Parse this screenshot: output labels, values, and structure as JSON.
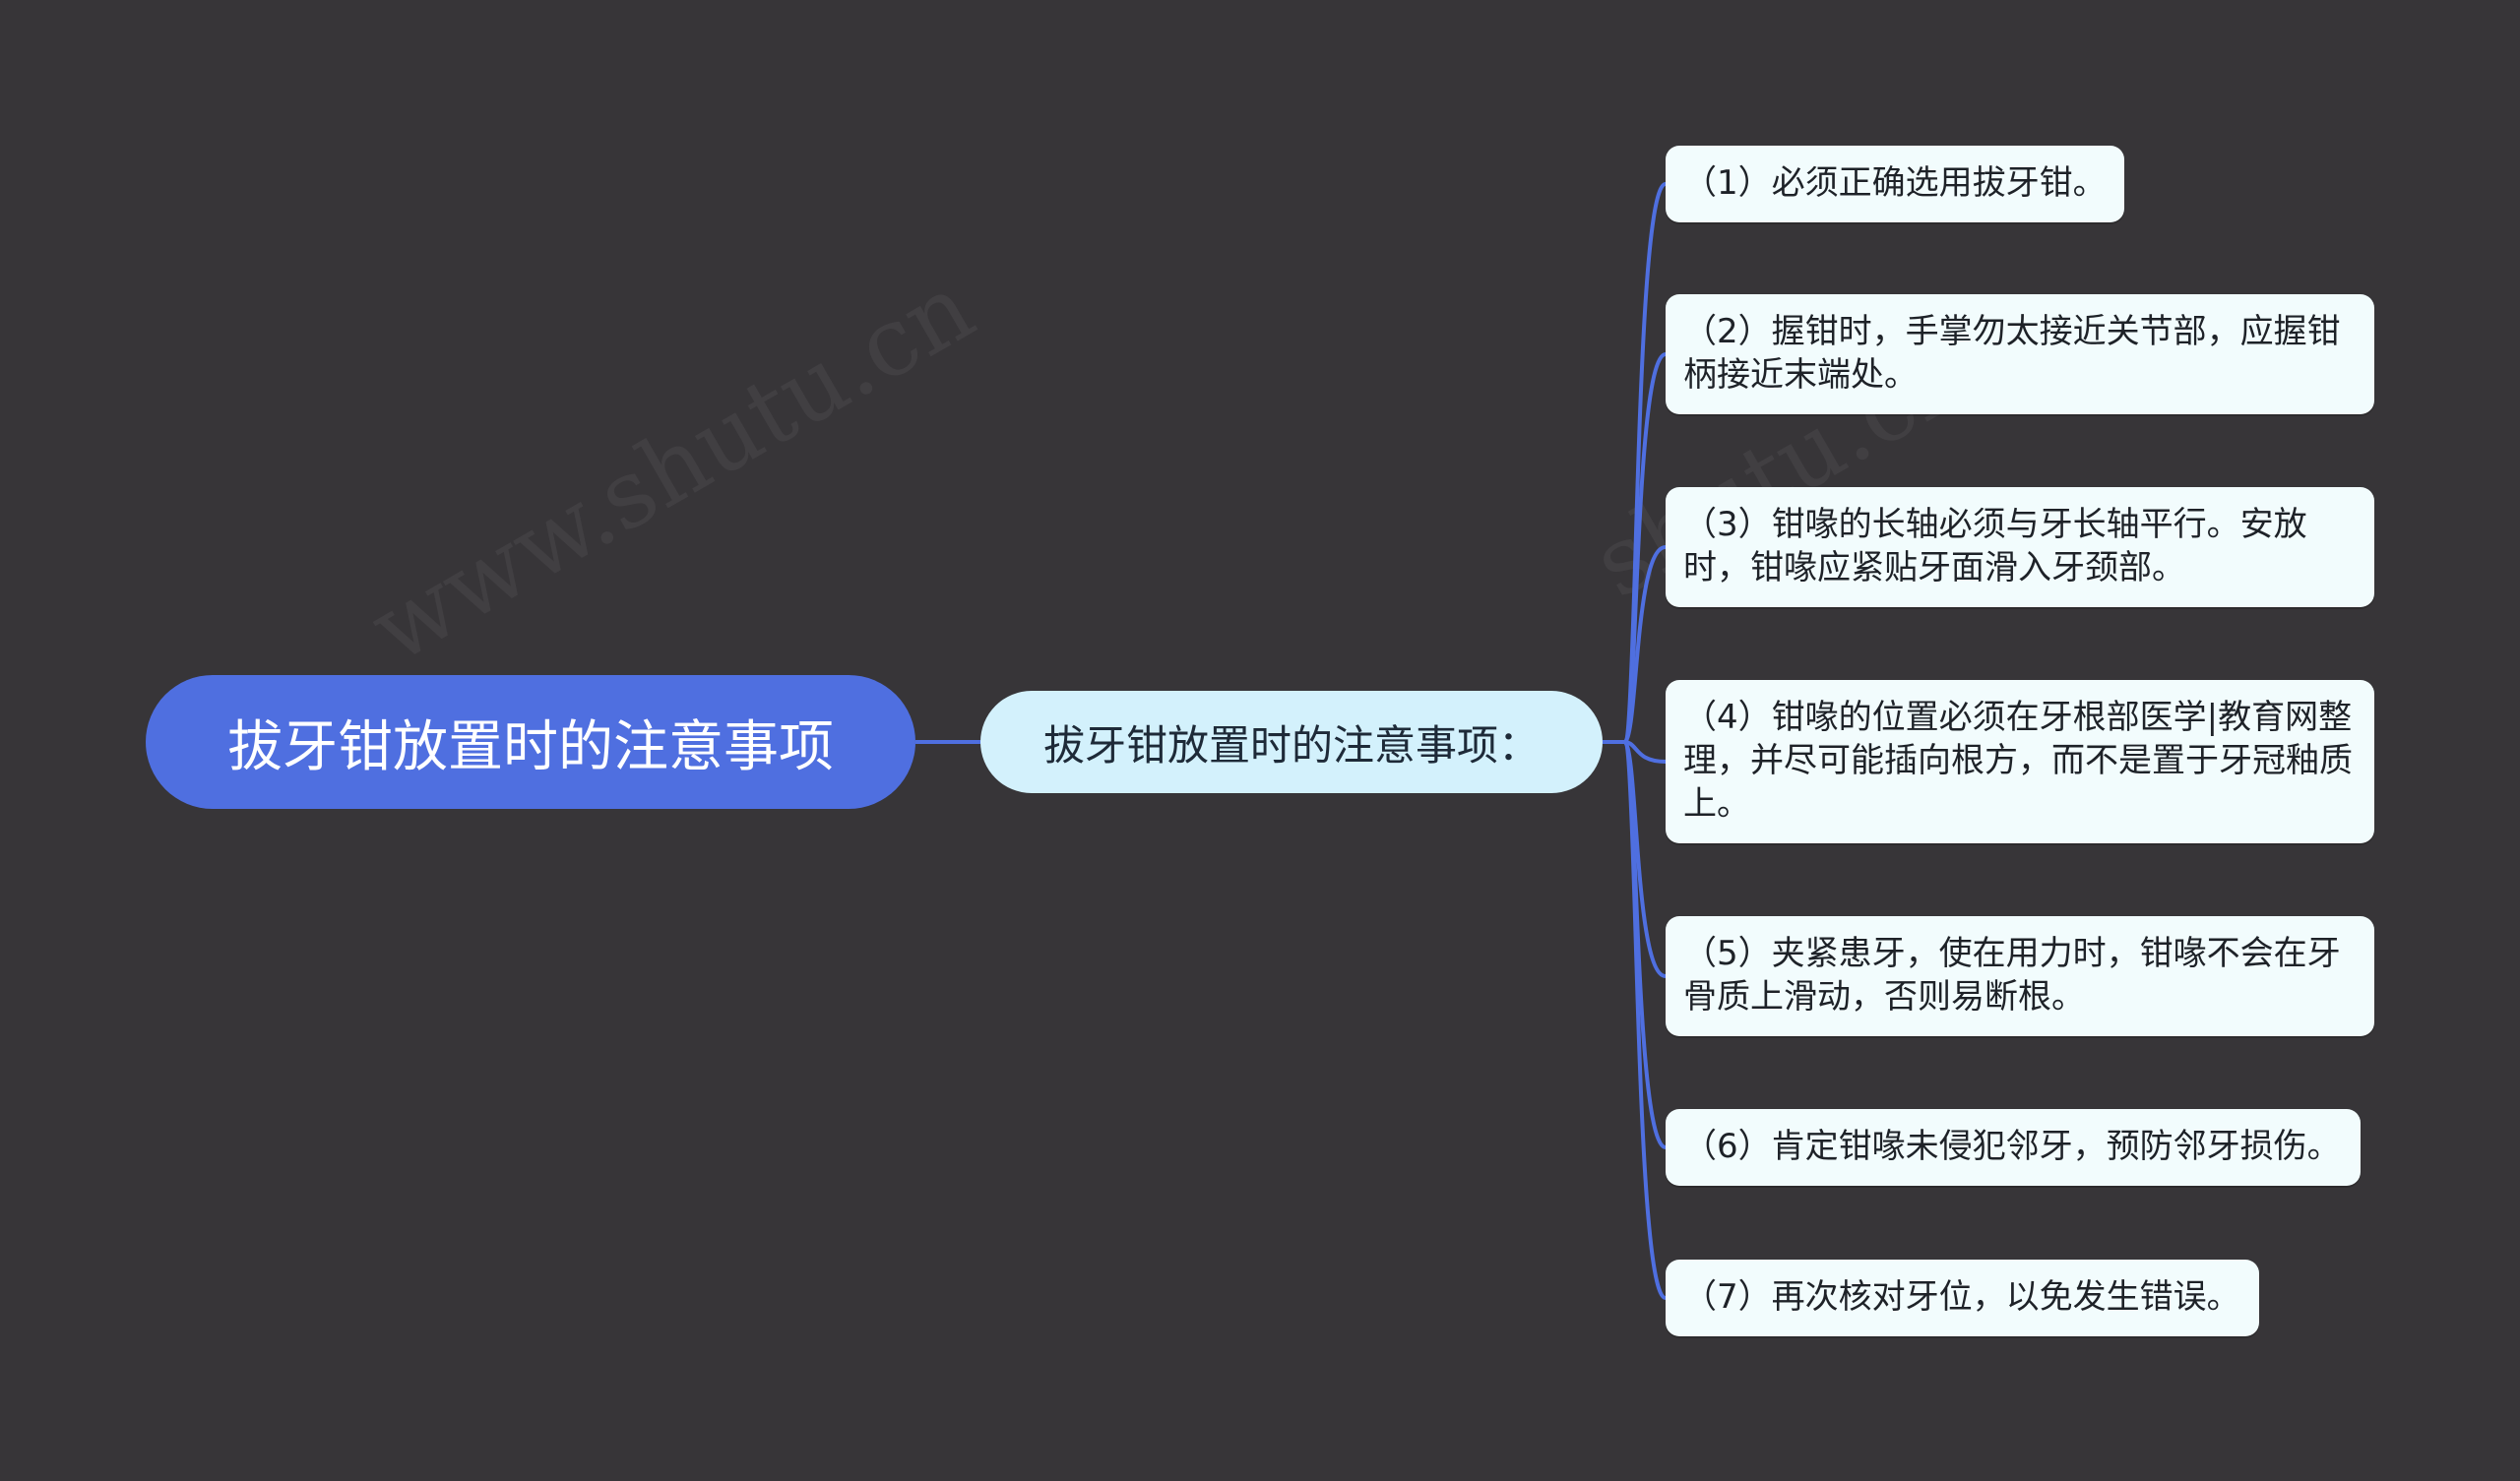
{
  "mindmap": {
    "root": {
      "label": "拔牙钳放置时的注意事项"
    },
    "branch": {
      "label": "拔牙钳放置时的注意事项："
    },
    "leaves": [
      {
        "label": "（1）必须正确选用拔牙钳。"
      },
      {
        "label": "（2）握钳时，手掌勿太接近关节部，应握钳柄接近末端处。"
      },
      {
        "label": "（3）钳喙的长轴必须与牙长轴平行。安放时，钳喙应紧贴牙面滑入牙颈部。"
      },
      {
        "label": "（4）钳喙的位置必须在牙根部医学|教育网整理，并尽可能插向根方，而不是置于牙冠釉质上。"
      },
      {
        "label": "（5）夹紧患牙，使在用力时，钳喙不会在牙骨质上滑动，否则易断根。"
      },
      {
        "label": "（6）肯定钳喙未侵犯邻牙，预防邻牙损伤。"
      },
      {
        "label": "（7）再次核对牙位，以免发生错误。"
      }
    ]
  },
  "colors": {
    "background": "#373538",
    "root_fill": "#4f6fe0",
    "branch_fill": "#d3f1fc",
    "leaf_fill": "#f2fcfd",
    "connector": "#4f6fe0"
  }
}
